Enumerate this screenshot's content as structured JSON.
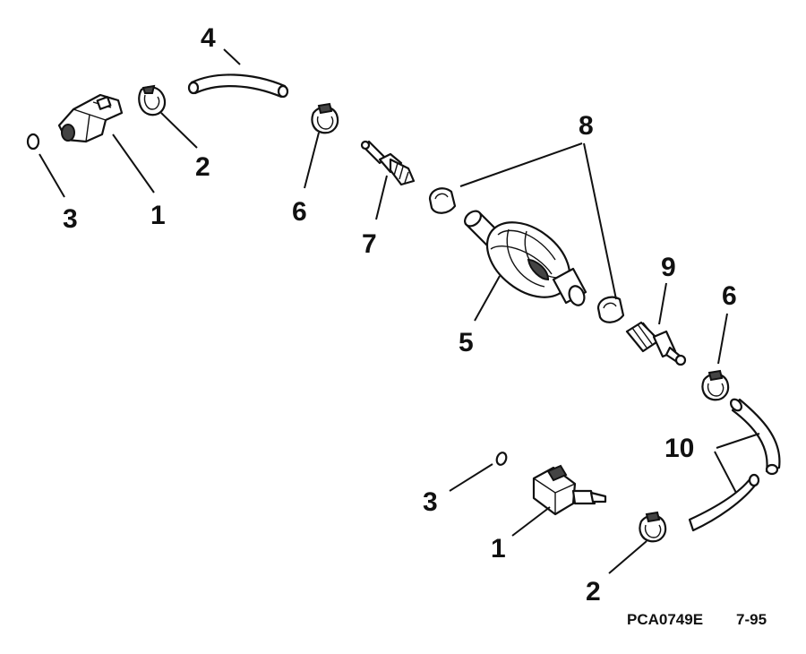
{
  "labels": {
    "n1": "1",
    "n2": "2",
    "n3": "3",
    "n4": "4",
    "n5": "5",
    "n6": "6",
    "n7": "7",
    "n8": "8",
    "n9": "9",
    "n10": "10"
  },
  "footer": {
    "code": "PCA0749E",
    "date": "7-95"
  },
  "colors": {
    "ink": "#111111",
    "background": "#ffffff"
  }
}
